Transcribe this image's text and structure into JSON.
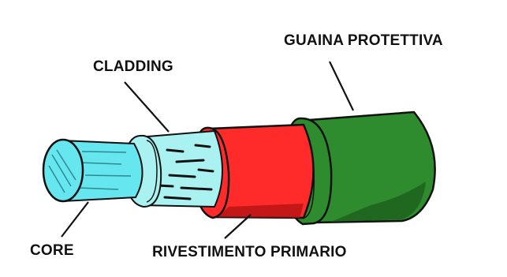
{
  "labels": {
    "jacket": "GUAINA PROTETTIVA",
    "cladding": "CLADDING",
    "core": "CORE",
    "coating": "RIVESTIMENTO PRIMARIO"
  },
  "colors": {
    "jacket": "#2e8b2e",
    "jacket_dark": "#1d5f1d",
    "coating": "#ff2a2a",
    "coating_dark": "#b51414",
    "cladding": "#aaf2f2",
    "core": "#66e6ee",
    "outline": "#111111"
  }
}
